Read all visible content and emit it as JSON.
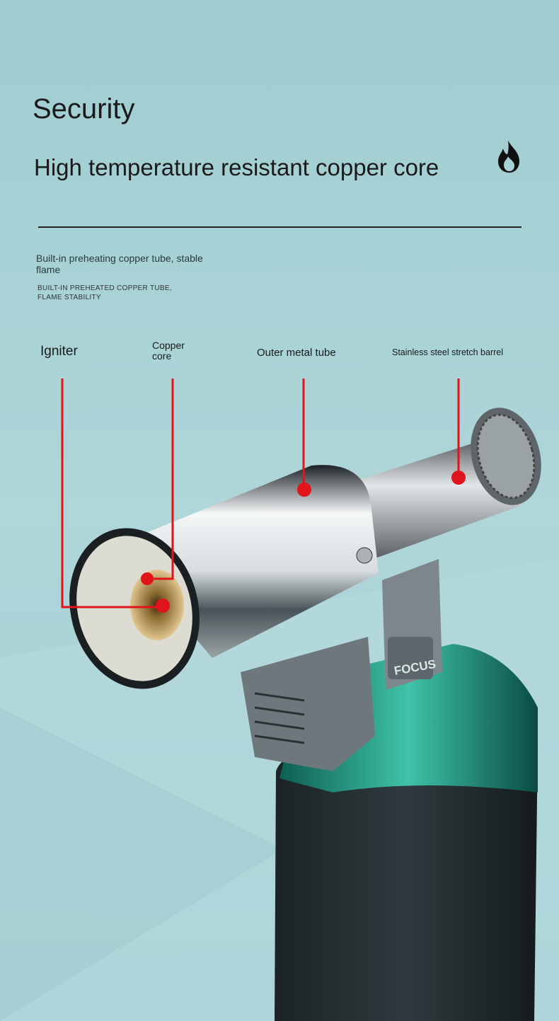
{
  "heading": "Security",
  "subheading": "High temperature resistant copper core",
  "description": "Built-in preheating copper tube, stable flame",
  "description_caps": "BUILT-IN PREHEATED COPPER TUBE, FLAME STABILITY",
  "labels": {
    "igniter": "Igniter",
    "copper_core": "Copper core",
    "outer_tube": "Outer metal tube",
    "barrel": "Stainless steel stretch barrel"
  },
  "product_logo": "FOCUS",
  "colors": {
    "background": "#a9d2d6",
    "pointer": "#e0141b",
    "accent": "#1f9a86"
  }
}
